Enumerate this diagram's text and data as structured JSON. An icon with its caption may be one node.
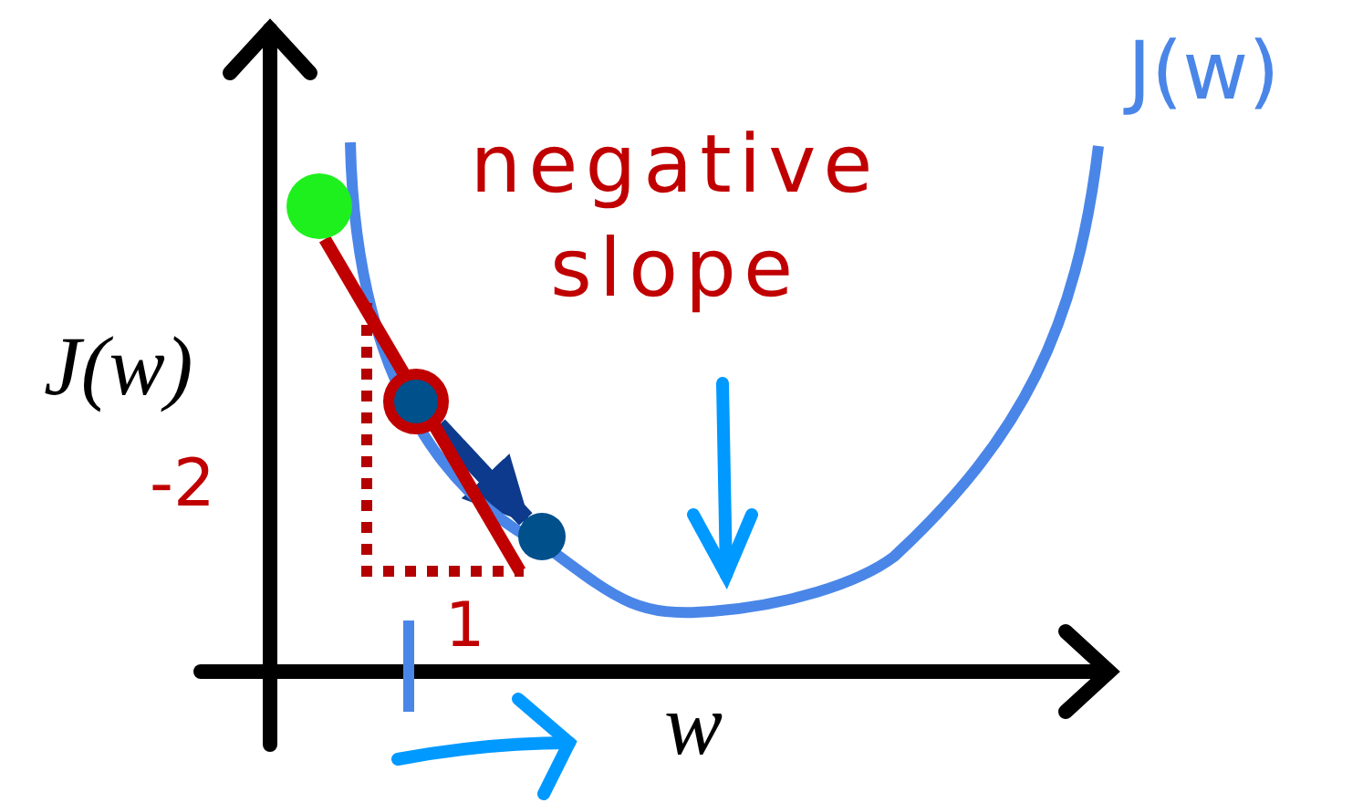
{
  "diagram": {
    "nodes": [
      {
        "text": [],
        "shape": "circle"
      },
      {
        "text": [],
        "shape": "circle"
      },
      {
        "text": [],
        "shape": "circle"
      }
    ],
    "edges": [
      {
        "from": 1,
        "to": 2,
        "arrow": "to"
      }
    ],
    "labels": [
      "J(w)",
      "negative slope",
      "J(w)",
      "-2",
      "1",
      "w"
    ]
  }
}
